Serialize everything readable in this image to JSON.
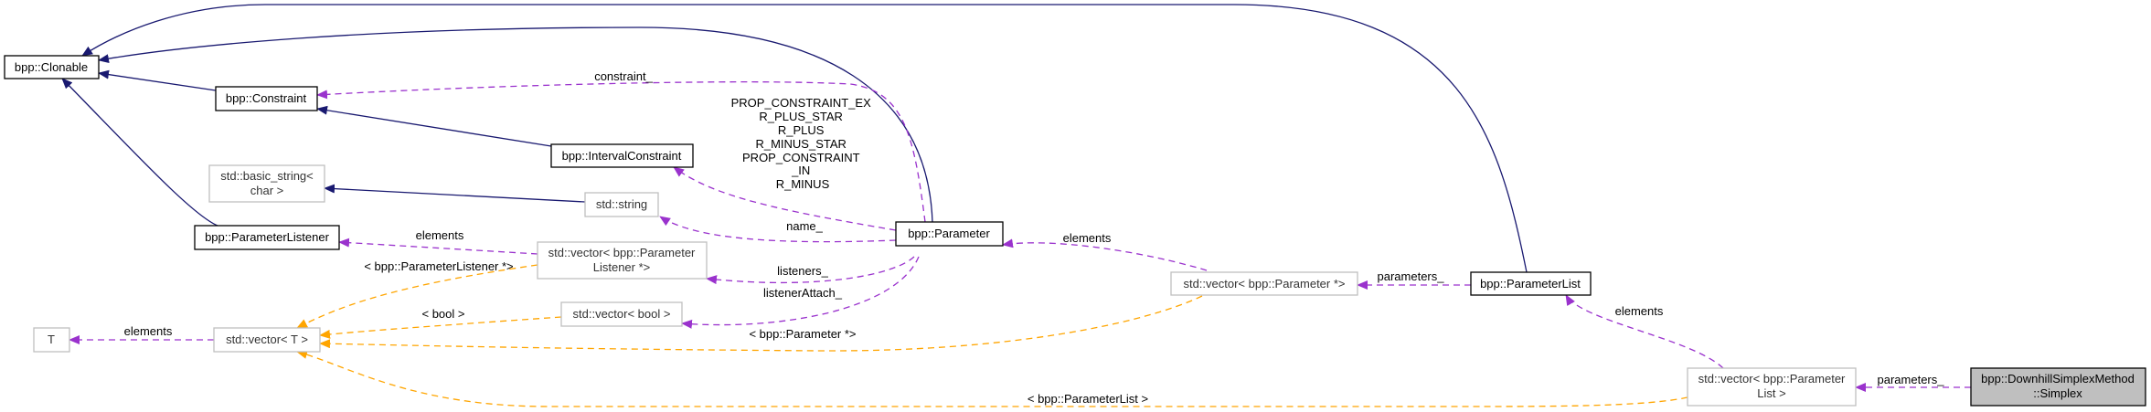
{
  "colors": {
    "inheritance": "#191970",
    "usage": "#9a32cd",
    "template": "#ffa500",
    "current_node_fill": "#bfbfbf"
  },
  "nodes": {
    "clonable": [
      "bpp::Clonable"
    ],
    "constraint": [
      "bpp::Constraint"
    ],
    "interval_constraint": [
      "bpp::IntervalConstraint"
    ],
    "basic_string": [
      "std::basic_string<",
      "char >"
    ],
    "string": [
      "std::string"
    ],
    "parameter_listener": [
      "bpp::ParameterListener"
    ],
    "vector_listener": [
      "std::vector< bpp::Parameter",
      "Listener *>"
    ],
    "vector_bool": [
      "std::vector< bool >"
    ],
    "t": [
      "T"
    ],
    "vector_t": [
      "std::vector< T >"
    ],
    "parameter": [
      "bpp::Parameter"
    ],
    "vector_parameter": [
      "std::vector< bpp::Parameter *>"
    ],
    "parameter_list": [
      "bpp::ParameterList"
    ],
    "vector_parameter_list": [
      "std::vector< bpp::Parameter",
      "List >"
    ],
    "simplex": [
      "bpp::DownhillSimplexMethod",
      "::Simplex"
    ]
  },
  "edge_labels": {
    "constraint": "constraint_",
    "interval_constants": [
      "PROP_CONSTRAINT_EX",
      "R_PLUS_STAR",
      "R_PLUS",
      "R_MINUS_STAR",
      "PROP_CONSTRAINT",
      "_IN",
      "R_MINUS"
    ],
    "name": "name_",
    "listener_elements": "elements",
    "listener_template": "< bpp::ParameterListener *>",
    "bool_template": "< bool >",
    "t_elements": "elements",
    "listeners": "listeners_",
    "listener_attach": "listenerAttach_",
    "parameter_template": "< bpp::Parameter *>",
    "parameter_list_template": "< bpp::ParameterList >",
    "parameter_elements": "elements",
    "parameters_list": "parameters_",
    "parameter_list_elements": "elements",
    "simplex_parameters": "parameters_"
  }
}
